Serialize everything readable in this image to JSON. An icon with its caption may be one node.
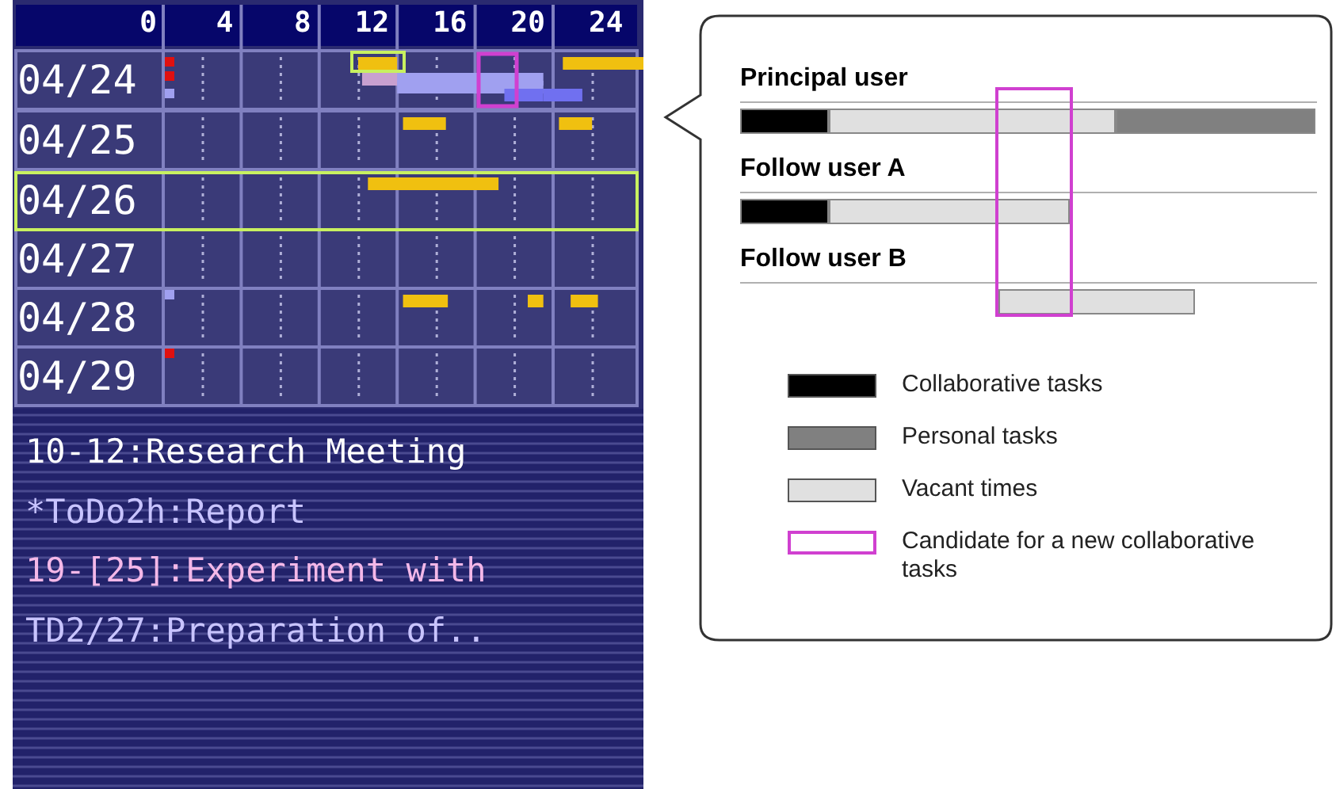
{
  "diagram": {
    "nodes": [
      {
        "text": [
          "Principal user",
          "Follow user A",
          "Follow user B"
        ]
      }
    ],
    "edges": [],
    "labels": [
      "0",
      "4",
      "8",
      "12",
      "16",
      "20",
      "24",
      "04/24",
      "04/25",
      "04/26",
      "04/27",
      "04/28",
      "04/29",
      "10-12:Research Meeting",
      "*ToDo2h:Report",
      "19-[25]:Experiment with",
      "TD2/27:Preparation of.."
    ],
    "legend": [
      {
        "text": "Collaborative tasks",
        "color": "#000000"
      },
      {
        "text": "Personal tasks",
        "color": "#808080"
      },
      {
        "text": "Vacant times",
        "color": "#e0e0e0"
      },
      {
        "text": "Candidate for a new collaborative tasks"
      }
    ]
  }
}
